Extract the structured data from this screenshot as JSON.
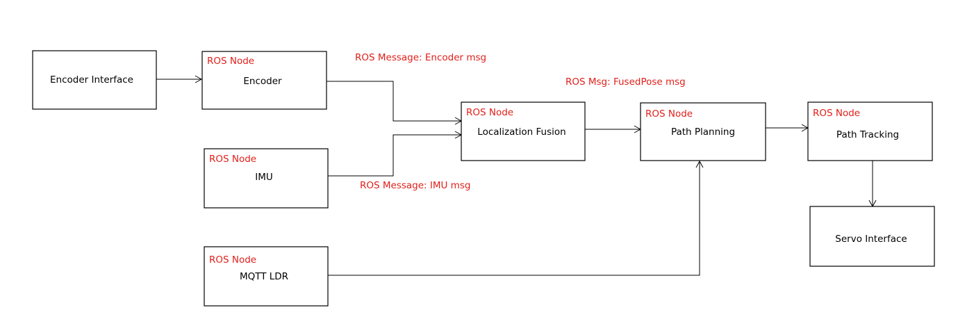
{
  "colors": {
    "box_border": "#000000",
    "node_tag": "#e0201b",
    "message_label": "#e0201b",
    "text": "#000000",
    "background": "#ffffff"
  },
  "boxes": {
    "encoder_interface": {
      "label": "Encoder Interface"
    },
    "encoder": {
      "tag": "ROS Node",
      "label": "Encoder"
    },
    "imu": {
      "tag": "ROS Node",
      "label": "IMU"
    },
    "mqtt_ldr": {
      "tag": "ROS Node",
      "label": "MQTT LDR"
    },
    "localization_fusion": {
      "tag": "ROS Node",
      "label": "Localization Fusion"
    },
    "path_planning": {
      "tag": "ROS Node",
      "label": "Path Planning"
    },
    "path_tracking": {
      "tag": "ROS Node",
      "label": "Path Tracking"
    },
    "servo_interface": {
      "label": "Servo Interface"
    }
  },
  "messages": {
    "encoder_msg": "ROS Message: Encoder msg",
    "fusedpose_msg": "ROS Msg: FusedPose msg",
    "imu_msg": "ROS Message: IMU msg"
  }
}
